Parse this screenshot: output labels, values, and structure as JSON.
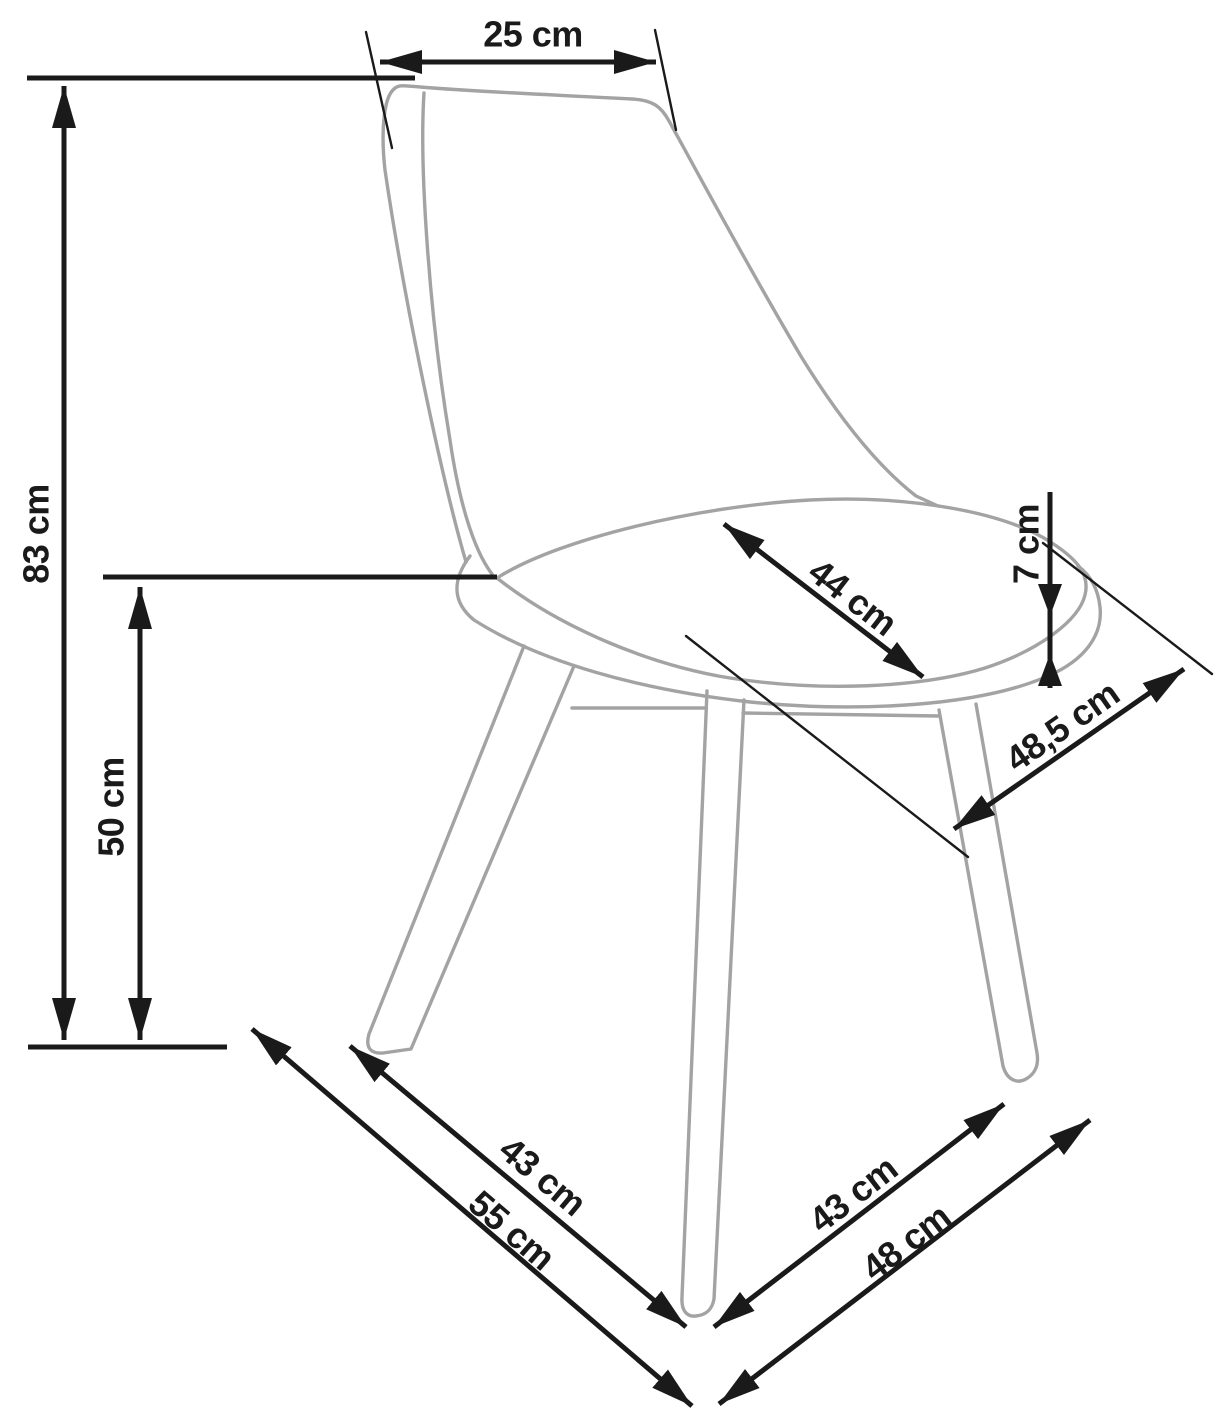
{
  "diagram": {
    "type": "furniture-dimension-drawing",
    "subject": "chair",
    "unit": "cm",
    "measurements_cm": [
      25,
      83,
      50,
      44,
      7,
      48.5,
      43,
      55,
      43,
      48
    ],
    "colors": {
      "dimension_lines": "#1a1a1a",
      "chair_outline": "#a3a3a3",
      "background": "#ffffff"
    }
  },
  "labels": {
    "backrest_width": "25 cm",
    "total_height": "83 cm",
    "seat_height": "50 cm",
    "seat_depth": "44 cm",
    "cushion_thickness": "7 cm",
    "seat_diagonal": "48,5 cm",
    "base_side_left": "43 cm",
    "base_front": "55 cm",
    "base_side_right": "43 cm",
    "base_back": "48 cm"
  }
}
